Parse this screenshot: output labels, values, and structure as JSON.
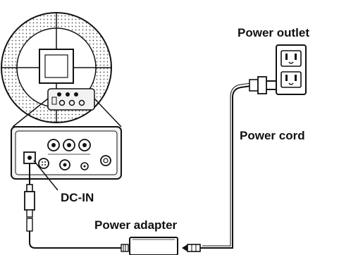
{
  "labels": {
    "power_outlet": "Power outlet",
    "power_cord": "Power cord",
    "dc_in": "DC-IN",
    "power_adapter": "Power adapter"
  },
  "colors": {
    "line": "#111111",
    "background": "#ffffff",
    "dots": "#555555",
    "panel": "#f2f2f2"
  }
}
